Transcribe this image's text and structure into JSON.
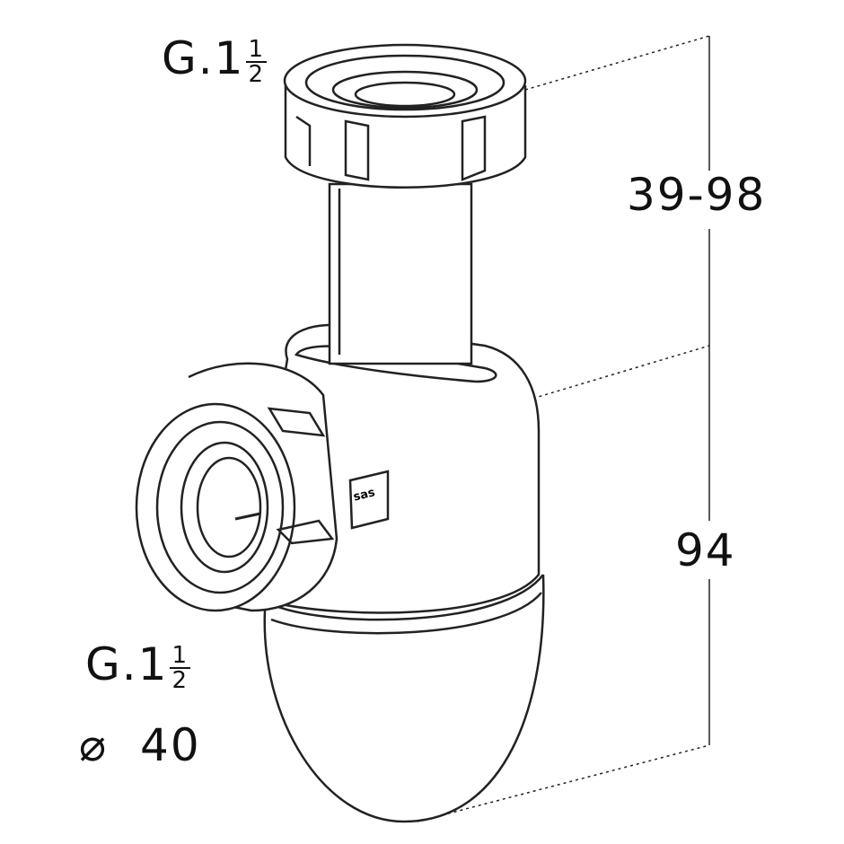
{
  "labels": {
    "top_thread": {
      "main": "G.1",
      "num": "1",
      "den": "2"
    },
    "side_thread": {
      "main": "G.1",
      "num": "1",
      "den": "2"
    },
    "diameter": {
      "symbol": "⌀",
      "value": "40"
    },
    "height_range": "39-98",
    "outlet_height": "94"
  },
  "logo": "sas"
}
